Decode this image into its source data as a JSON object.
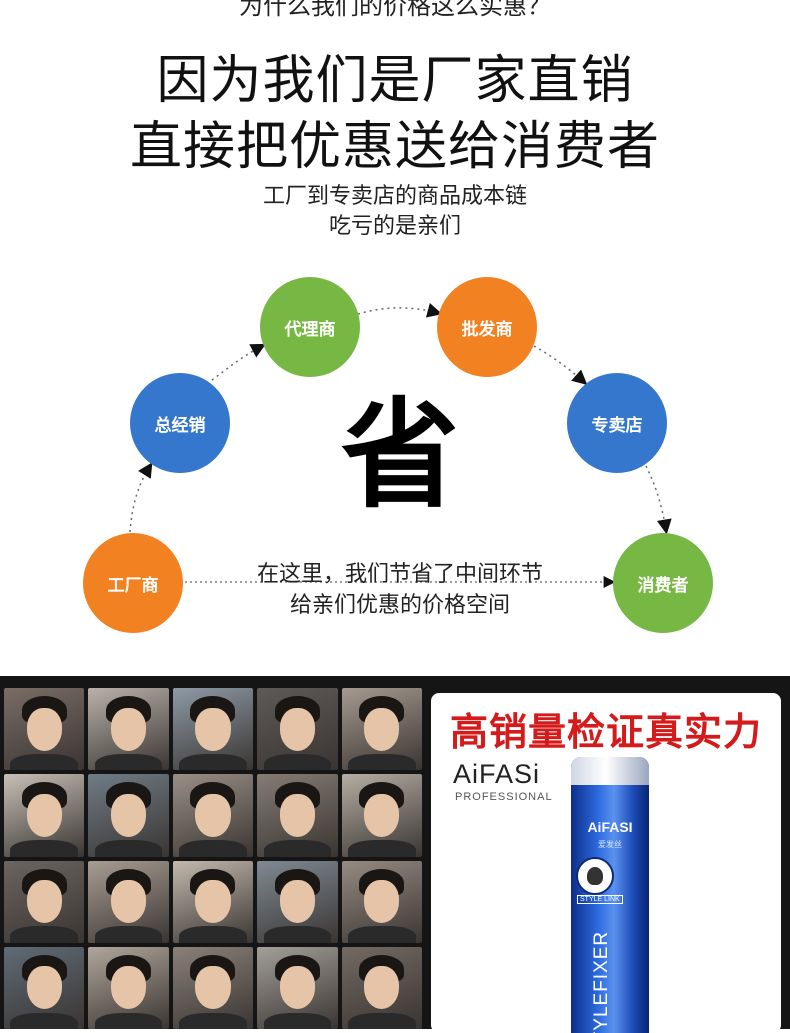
{
  "header": {
    "top_cut": "为什么我们的价格这么实惠？",
    "headline_line1": "因为我们是厂家直销",
    "headline_line2": "直接把优惠送给消费者",
    "sub_line1": "工厂到专卖店的商品成本链",
    "sub_line2": "吃亏的是亲们"
  },
  "flow": {
    "nodes": {
      "factory": "工厂商",
      "general": "总经销",
      "agent": "代理商",
      "wholesale": "批发商",
      "store": "专卖店",
      "consumer": "消费者"
    },
    "center_char": "省",
    "save_line1": "在这里，我们节省了中间环节",
    "save_line2": "给亲们优惠的价格空间",
    "colors": {
      "orange": "#f28121",
      "green": "#76b843",
      "blue": "#3577cc"
    }
  },
  "product": {
    "panel_title": "高销量检证真实力",
    "brand": "AiFASi",
    "brand_sub": "PROFESSIONAL",
    "can_brand": "AiFASI",
    "can_cn": "爱发丝",
    "can_tag": "STYLE LINK",
    "can_vertical": "STYLEFIXER",
    "title_color": "#d41a1a"
  }
}
